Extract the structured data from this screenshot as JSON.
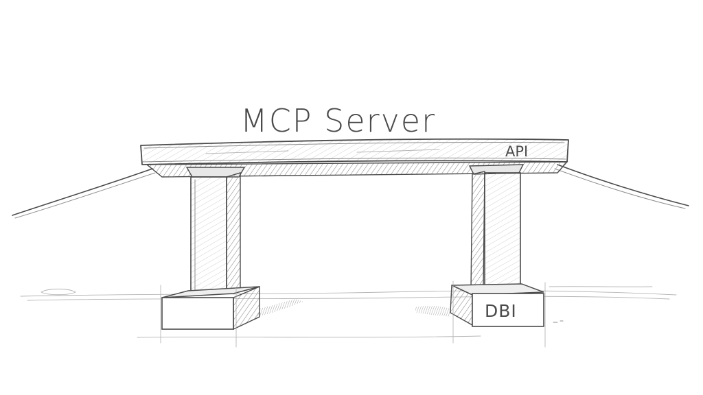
{
  "diagram": {
    "title": "MCP  Server",
    "deck_label": "API",
    "base_label": "DBI",
    "colors": {
      "ink": "#4b4b4b",
      "shade": "#9a9a9a",
      "paper": "#ffffff"
    }
  }
}
